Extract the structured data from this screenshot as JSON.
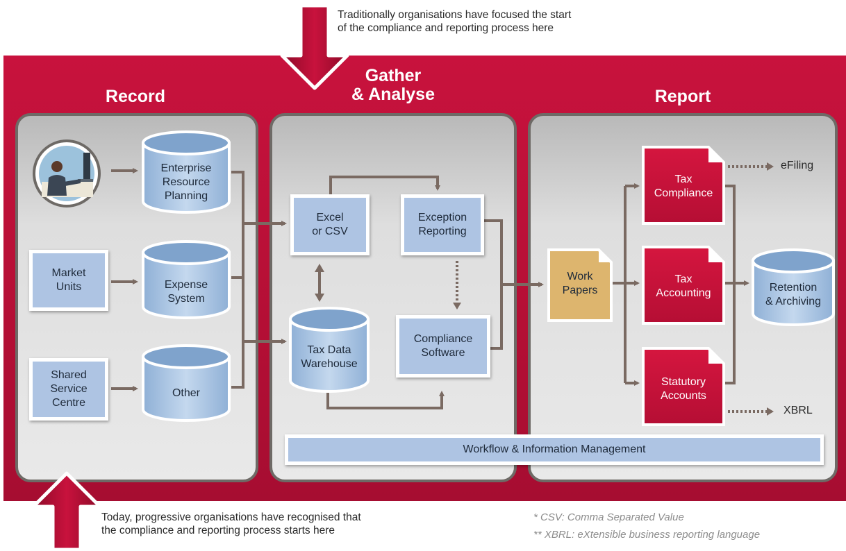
{
  "notes": {
    "top": [
      "Traditionally organisations have focused the start",
      "of the compliance and reporting process here"
    ],
    "bottom": [
      "Today, progressive organisations have recognised that",
      "the compliance and reporting process starts here"
    ]
  },
  "columns": {
    "record": "Record",
    "gather": [
      "Gather",
      "& Analyse"
    ],
    "report": "Report"
  },
  "record": {
    "sources": {
      "market_units": [
        "Market",
        "Units"
      ],
      "shared_service": [
        "Shared",
        "Service",
        "Centre"
      ]
    },
    "systems": {
      "erp": [
        "Enterprise",
        "Resource",
        "Planning"
      ],
      "expense": [
        "Expense",
        "System"
      ],
      "other": [
        "Other"
      ]
    }
  },
  "gather": {
    "excel": [
      "Excel",
      "or CSV"
    ],
    "exception": [
      "Exception",
      "Reporting"
    ],
    "warehouse": [
      "Tax Data",
      "Warehouse"
    ],
    "compliance_software": [
      "Compliance",
      "Software"
    ],
    "workflow": "Workflow & Information Management"
  },
  "report": {
    "work_papers": [
      "Work",
      "Papers"
    ],
    "tax_compliance": [
      "Tax",
      "Compliance"
    ],
    "tax_accounting": [
      "Tax",
      "Accounting"
    ],
    "statutory": [
      "Statutory",
      "Accounts"
    ],
    "retention": [
      "Retention",
      "& Archiving"
    ],
    "efiling": "eFiling",
    "xbrl": "XBRL"
  },
  "footnotes": [
    "* CSV: Comma Separated Value",
    "** XBRL: eXtensible business reporting language"
  ],
  "colors": {
    "red": "#c8123d",
    "dark_red": "#a60d31",
    "box_blue": "#aec4e3",
    "doc_red": "#c5123b",
    "doc_gold": "#ddb56e",
    "connector": "#7a6a62"
  }
}
